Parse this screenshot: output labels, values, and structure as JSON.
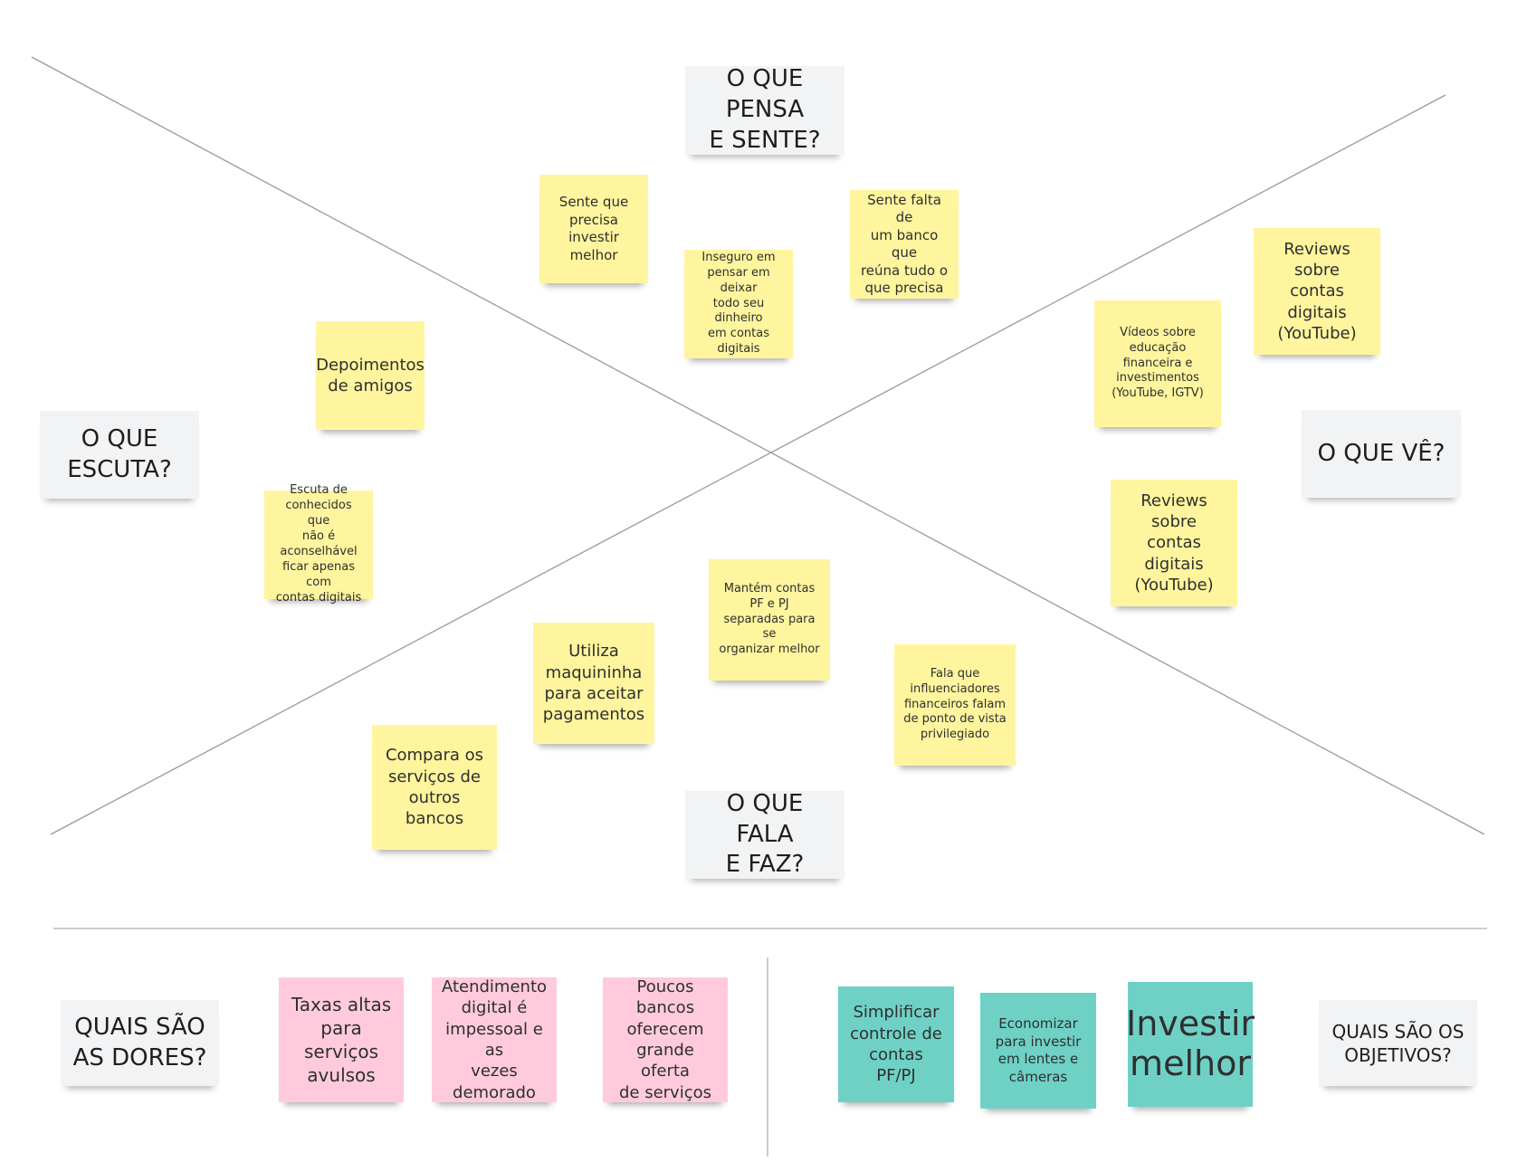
{
  "colors": {
    "yellow": "#fff59e",
    "pink": "#ffcbdc",
    "teal": "#6fd1c6",
    "label": "#f2f3f4",
    "line": "#9a9a9a"
  },
  "labels": {
    "thinks_feels": "O QUE PENSA\nE SENTE?",
    "hears": "O QUE\nESCUTA?",
    "sees": "O QUE VÊ?",
    "says_does": "O QUE FALA\nE FAZ?",
    "pains": "QUAIS SÃO\nAS DORES?",
    "goals": "QUAIS SÃO OS\nOBJETIVOS?"
  },
  "thinks_feels": {
    "note1": "Sente que\nprecisa\ninvestir melhor",
    "note2": "Inseguro em\npensar em deixar\ntodo seu dinheiro\nem contas digitais",
    "note3": "Sente falta de\num banco que\nreúna tudo o\nque precisa"
  },
  "hears": {
    "note1": "Depoimentos\nde amigos",
    "note2": "Escuta de\nconhecidos que\nnão é aconselhável\nficar apenas com\ncontas digitais"
  },
  "sees": {
    "note1": "Reviews sobre\ncontas digitais\n(YouTube)",
    "note2": "Vídeos sobre\neducação\nfinanceira e\ninvestimentos\n(YouTube, IGTV)",
    "note3": "Reviews sobre\ncontas digitais\n(YouTube)"
  },
  "says_does": {
    "note1": "Mantém contas\nPF e PJ\nseparadas para se\norganizar melhor",
    "note2": "Utiliza\nmaquininha\npara aceitar\npagamentos",
    "note3": "Fala que\ninfluenciadores\nfinanceiros falam\nde ponto de vista\nprivilegiado",
    "note4": "Compara os\nserviços de\noutros bancos"
  },
  "pains": {
    "note1": "Taxas altas\npara serviços\navulsos",
    "note2": "Atendimento\ndigital é\nimpessoal e as\nvezes demorado",
    "note3": "Poucos bancos\noferecem\ngrande oferta\nde serviços"
  },
  "goals": {
    "note1": "Simplificar\ncontrole de\ncontas\nPF/PJ",
    "note2": "Economizar\npara investir\nem lentes e\ncâmeras",
    "note3": "Investir\nmelhor"
  }
}
